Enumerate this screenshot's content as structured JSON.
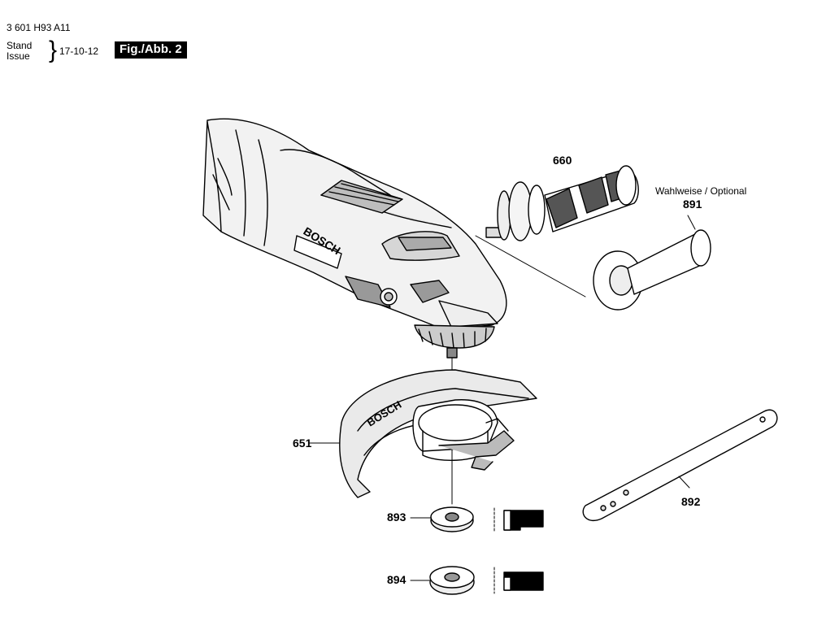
{
  "header": {
    "part_number": "3 601 H93 A11",
    "stand": "Stand",
    "issue": "Issue",
    "brace": "}",
    "date": "17-10-12",
    "figure": "Fig./Abb. 2"
  },
  "parts": {
    "p660": "660",
    "p891": "891",
    "optional_note": "Wahlweise / Optional",
    "p651": "651",
    "p893": "893",
    "p894": "894",
    "p892": "892"
  },
  "brand": {
    "logo_text": "BOSCH"
  }
}
